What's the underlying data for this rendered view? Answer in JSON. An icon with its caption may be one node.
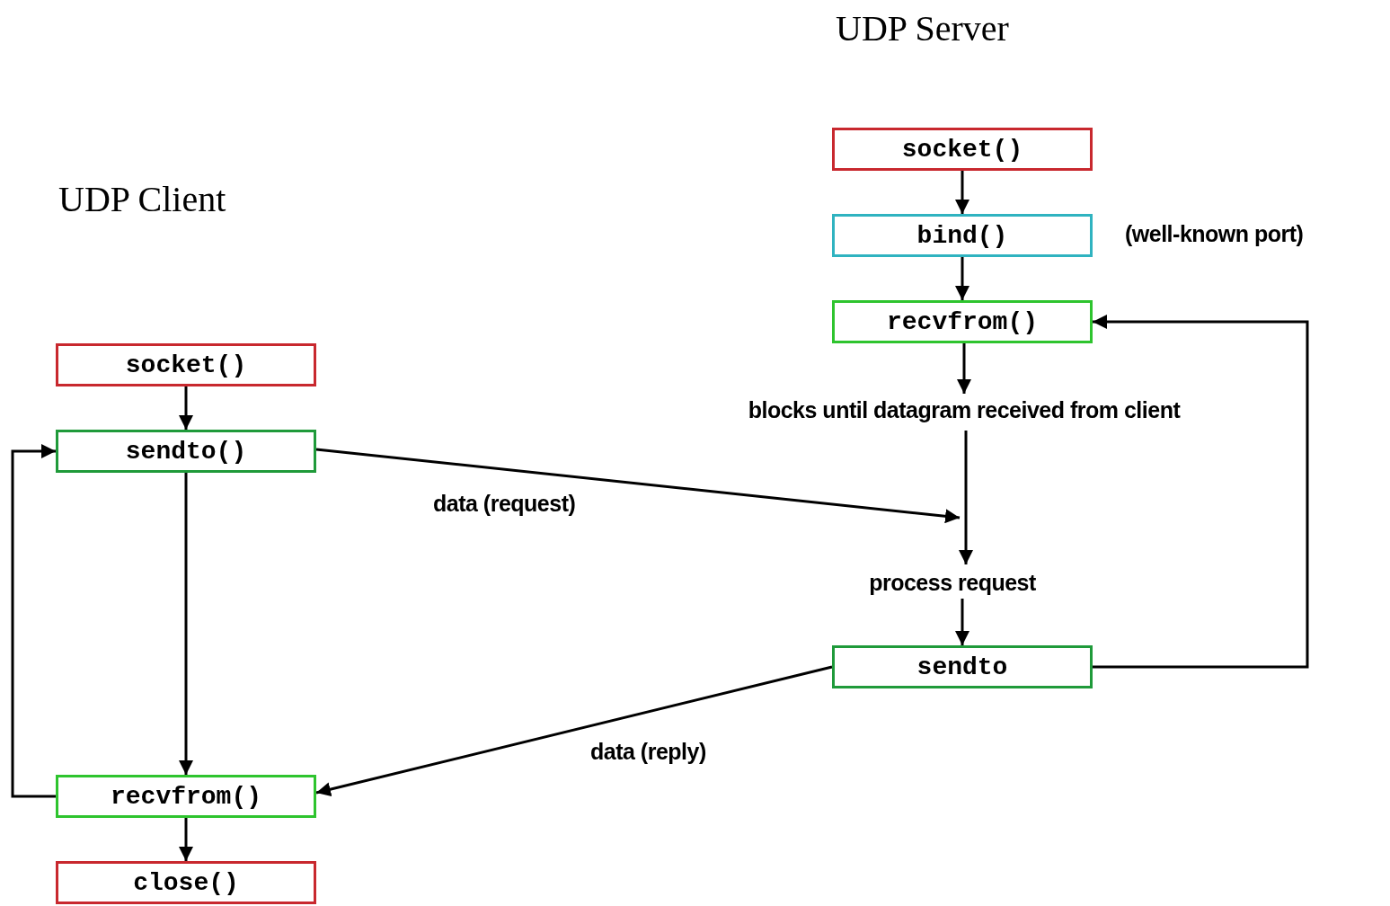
{
  "diagram": {
    "nodes": [
      {
        "text": [
          "socket()"
        ]
      },
      {
        "text": [
          "bind()"
        ],
        "beside": [
          "(well-known port)"
        ]
      },
      {
        "text": [
          "recvfrom()"
        ]
      },
      {
        "text": [
          "blocks until datagram received from client"
        ]
      },
      {
        "text": [
          "process request"
        ]
      },
      {
        "text": [
          "sendto"
        ]
      },
      {
        "text": [
          "socket()"
        ]
      },
      {
        "text": [
          "sendto()"
        ]
      },
      {
        "text": [
          "recvfrom()"
        ]
      },
      {
        "text": [
          "close()"
        ]
      }
    ],
    "edges": [
      {
        "from": 0,
        "to": 1,
        "arrow": "to"
      },
      {
        "from": 1,
        "to": 2,
        "arrow": "to"
      },
      {
        "from": 2,
        "to": 3,
        "arrow": "to"
      },
      {
        "from": 3,
        "to": 4,
        "arrow": "to"
      },
      {
        "from": 4,
        "to": 5,
        "arrow": "to"
      },
      {
        "from": 5,
        "to": 2,
        "arrow": "to"
      },
      {
        "from": 7,
        "to": null,
        "arrow": "to",
        "label": "data (request)"
      },
      {
        "from": 5,
        "to": 8,
        "arrow": "to",
        "label": "data (reply)"
      },
      {
        "from": 6,
        "to": 7,
        "arrow": "to"
      },
      {
        "from": 7,
        "to": 8,
        "arrow": "to"
      },
      {
        "from": 8,
        "to": 9,
        "arrow": "to"
      },
      {
        "from": 8,
        "to": 7,
        "arrow": "to"
      }
    ],
    "labels": [
      "UDP Server",
      "UDP Client"
    ]
  }
}
